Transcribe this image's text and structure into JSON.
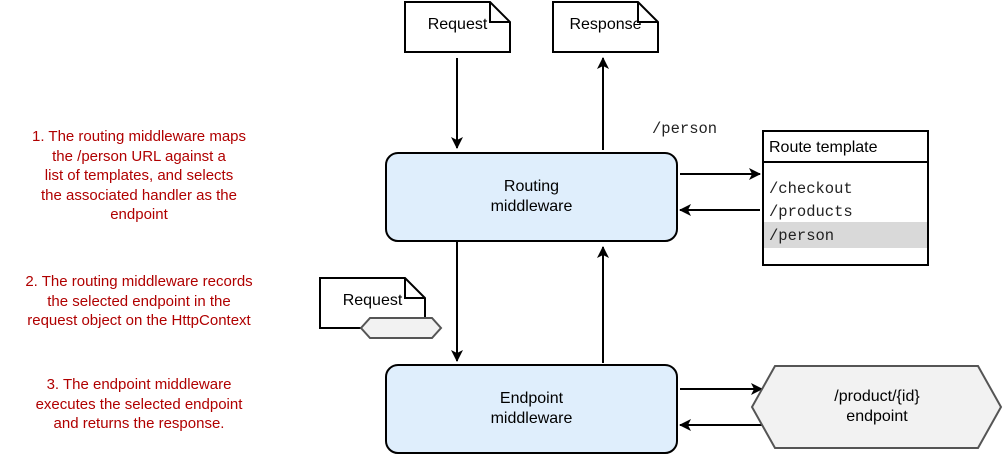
{
  "notes": [
    "1. The routing middleware maps\nthe /person URL against a\nlist of templates, and selects\nthe associated handler as the\nendpoint",
    "2. The routing middleware records\nthe selected endpoint in the\nrequest object on the HttpContext",
    "3. The endpoint middleware\nexecutes the selected endpoint\nand returns the response."
  ],
  "documents": {
    "request_top": "Request",
    "response_top": "Response",
    "request_mid": "Request"
  },
  "routing_box": "Routing\nmiddleware",
  "endpoint_box": "Endpoint\nmiddleware",
  "path_label": "/person",
  "route_template": {
    "title": "Route template",
    "items": [
      "/checkout",
      "/products",
      "/person"
    ],
    "selected": "/person"
  },
  "endpoint_shape": "/product/{id}\nendpoint",
  "colors": {
    "note_text": "#b00000",
    "middleware_fill": "#dfeefc",
    "selected_row": "#d9d9d9",
    "endpoint_fill": "#f2f2f2",
    "shape_stroke": "#555555"
  }
}
